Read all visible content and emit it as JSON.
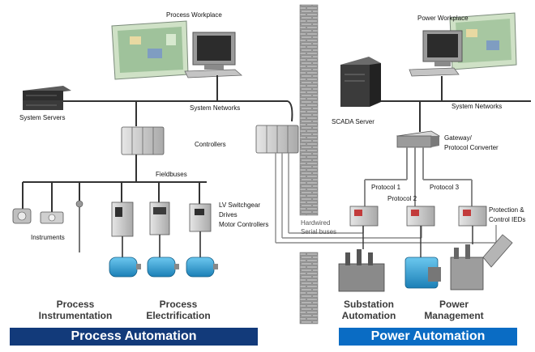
{
  "colors": {
    "banner_left": "#123a7a",
    "banner_right": "#0a6cc4",
    "motor": "#2a9fd6",
    "bus_line": "#333333",
    "serial_line": "#8a8a8a",
    "brick": "#9a9a9a"
  },
  "labels": {
    "process_workplace": "Process Workplace",
    "power_workplace": "Power Workplace",
    "system_servers": "System Servers",
    "system_networks_left": "System Networks",
    "system_networks_right": "System Networks",
    "scada_server": "SCADA Server",
    "controllers": "Controllers",
    "fieldbuses": "Fieldbuses",
    "instruments": "Instruments",
    "lv_switchgear": "LV Switchgear",
    "drives": "Drives",
    "motor_controllers": "Motor Controllers",
    "gateway_line1": "Gateway/",
    "gateway_line2": "Protocol Converter",
    "protocol1": "Protocol 1",
    "protocol2": "Protocol 2",
    "protocol3": "Protocol 3",
    "protection_line1": "Protection &",
    "protection_line2": "Control IEDs",
    "hardwired_line1": "Hardwired",
    "hardwired_line2": "Serial buses"
  },
  "captions": {
    "process_instr_1": "Process",
    "process_instr_2": "Instrumentation",
    "process_elec_1": "Process",
    "process_elec_2": "Electrification",
    "substation_1": "Substation",
    "substation_2": "Automation",
    "power_mgmt_1": "Power",
    "power_mgmt_2": "Management"
  },
  "banners": {
    "left": "Process Automation",
    "right": "Power Automation"
  }
}
